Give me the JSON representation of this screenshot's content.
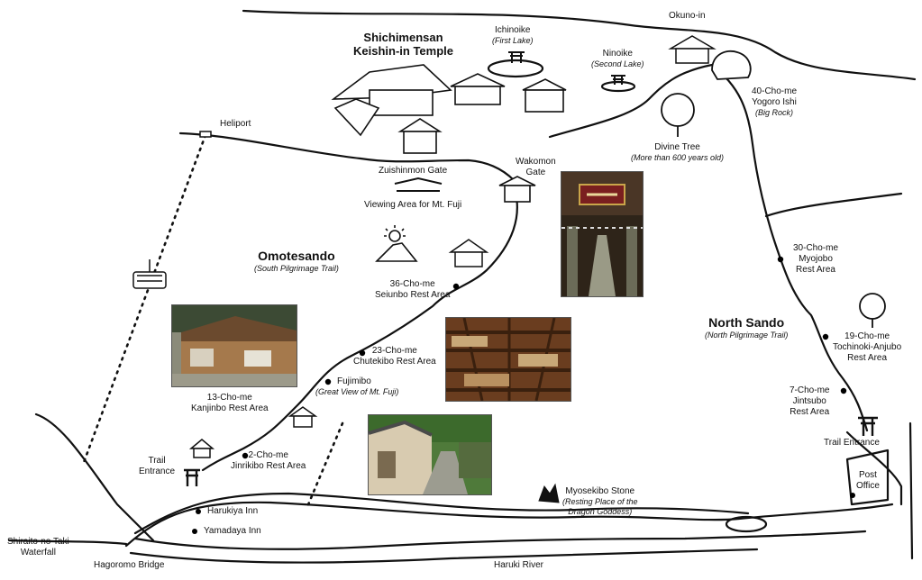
{
  "temple": {
    "line1": "Shichimensan",
    "line2": "Keishin-in Temple"
  },
  "areas": {
    "omotesando": {
      "name": "Omotesando",
      "sub": "(South Pilgrimage Trail)"
    },
    "north_sando": {
      "name": "North Sando",
      "sub": "(North Pilgrimage Trail)"
    }
  },
  "places": {
    "okunoin": "Okuno-in",
    "ichinoike": {
      "name": "Ichinoike",
      "sub": "(First Lake)"
    },
    "ninoike": {
      "name": "Ninoike",
      "sub": "(Second Lake)"
    },
    "cho40": {
      "name": "40-Cho-me",
      "line2": "Yogoro Ishi",
      "sub": "(Big Rock)"
    },
    "divine_tree": {
      "name": "Divine Tree",
      "sub": "(More than 600 years old)"
    },
    "heliport": "Heliport",
    "zuishinmon": "Zuishinmon Gate",
    "wakomon": {
      "line1": "Wakomon",
      "line2": "Gate"
    },
    "viewing": "Viewing Area for Mt. Fuji",
    "cho36": {
      "line1": "36-Cho-me",
      "line2": "Seiunbo Rest Area"
    },
    "cho30": {
      "line1": "30-Cho-me",
      "line2": "Myojobo",
      "line3": "Rest Area"
    },
    "cho19": {
      "line1": "19-Cho-me",
      "line2": "Tochinoki-Anjubo",
      "line3": "Rest Area"
    },
    "cho23": {
      "line1": "23-Cho-me",
      "line2": "Chutekibo Rest Area"
    },
    "fujimibo": {
      "name": "Fujimibo",
      "sub": "(Great View of Mt. Fuji)"
    },
    "cho13": {
      "line1": "13-Cho-me",
      "line2": "Kanjinbo Rest Area"
    },
    "cho7": {
      "line1": "7-Cho-me",
      "line2": "Jintsubo",
      "line3": "Rest Area"
    },
    "trail_entrance_north": "Trail Entrance",
    "trail_entrance_south": {
      "line1": "Trail",
      "line2": "Entrance"
    },
    "cho2": {
      "line1": "2-Cho-me",
      "line2": "Jinrikibo Rest Area"
    },
    "myosekibo": {
      "name": "Myosekibo Stone",
      "sub1": "(Resting Place of the",
      "sub2": "Dragon Goddess)"
    },
    "post_office": {
      "line1": "Post",
      "line2": "Office"
    },
    "harukiya": "Harukiya Inn",
    "yamadaya": "Yamadaya Inn",
    "shiraito": {
      "line1": "Shiraito-no Taki",
      "line2": "Waterfall"
    },
    "hagoromo": "Hagoromo Bridge",
    "haruki_river": "Haruki River"
  },
  "colors": {
    "ink": "#111111",
    "wood": "#8a5a2b",
    "sign": "#7a1f1f",
    "foliage": "#4f7a3a"
  }
}
